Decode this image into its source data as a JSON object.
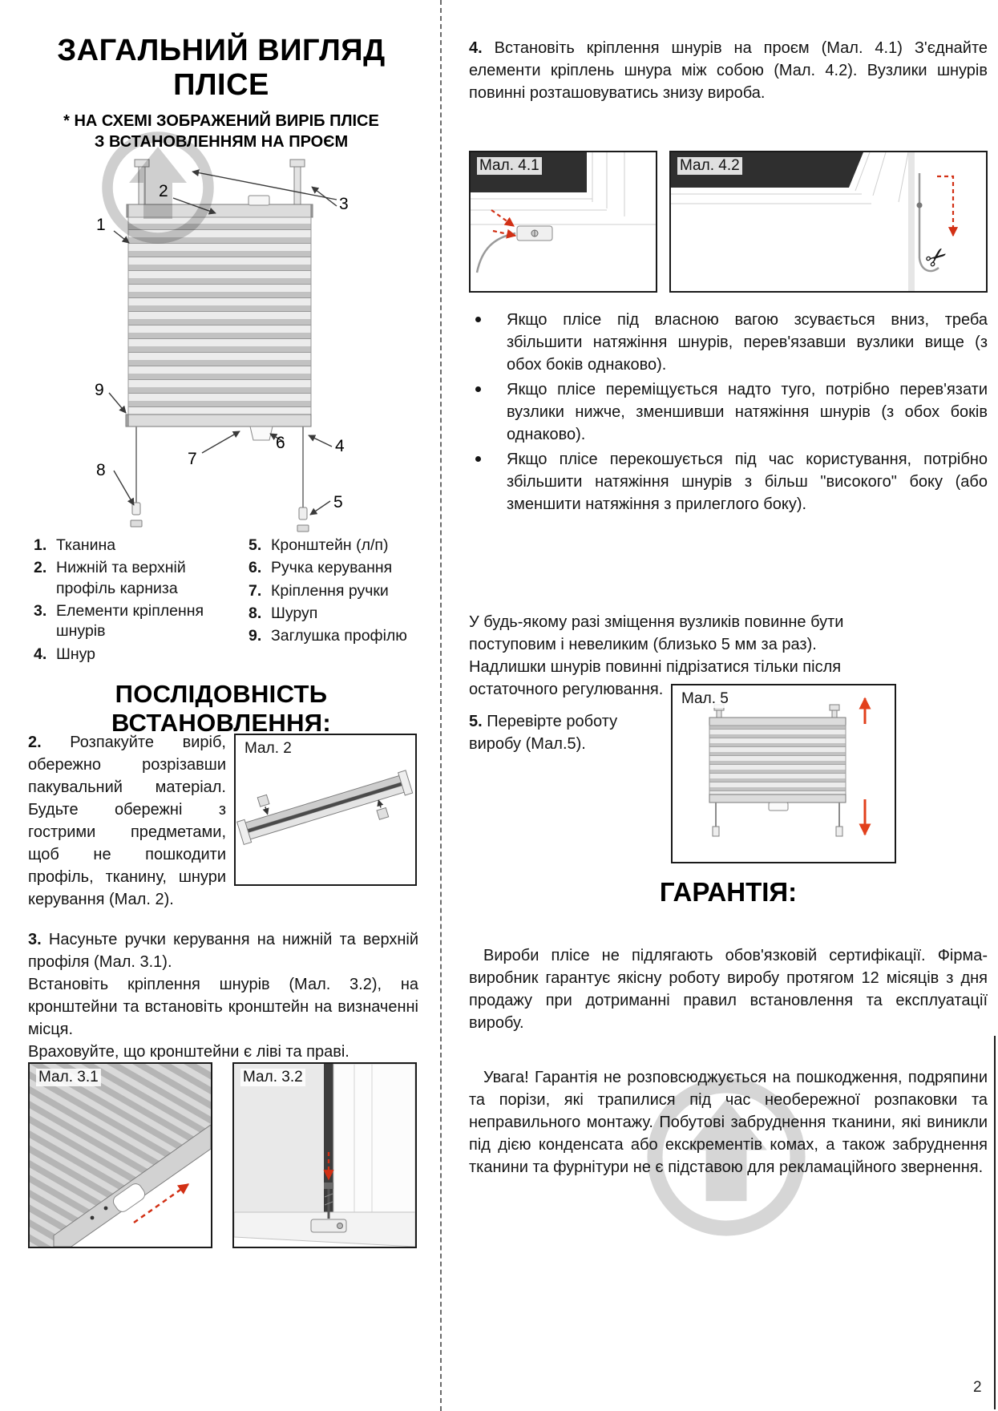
{
  "colors": {
    "accent_red": "#d23015",
    "arrow_red": "#e2401c",
    "watermark_gray": "#c7c7c7"
  },
  "icons": {
    "scissors": "✂"
  },
  "page": {
    "number": "2"
  },
  "left": {
    "title_line1": "ЗАГАЛЬНИЙ ВИГЛЯД",
    "title_line2": "ПЛІСЕ",
    "subtitle_line1": "* НА СХЕМІ ЗОБРАЖЕНИЙ ВИРІБ ПЛІСЕ",
    "subtitle_line2": "З ВСТАНОВЛЕННЯМ НА ПРОЄМ",
    "diagram_numbers": [
      "1",
      "2",
      "3",
      "4",
      "5",
      "6",
      "7",
      "8",
      "9"
    ],
    "legend_left": [
      {
        "num": "1.",
        "text": "Тканина"
      },
      {
        "num": "2.",
        "text": "Нижній та верхній профіль карниза"
      },
      {
        "num": "3.",
        "text": "Елементи кріплення шнурів"
      },
      {
        "num": "4.",
        "text": "Шнур"
      }
    ],
    "legend_right": [
      {
        "num": "5.",
        "text": "Кронштейн (л/п)"
      },
      {
        "num": "6.",
        "text": "Ручка керування"
      },
      {
        "num": "7.",
        "text": "Кріплення ручки"
      },
      {
        "num": "8.",
        "text": "Шуруп"
      },
      {
        "num": "9.",
        "text": "Заглушка профілю"
      }
    ],
    "sequence_title": "ПОСЛІДОВНІСТЬ ВСТАНОВЛЕННЯ:",
    "step2_num": "2.",
    "step2_text": " Розпакуйте виріб, обережно розрізавши пакувальний матеріал. Будьте обережні з гострими предметами, щоб не пошкодити профіль, тканину, шнури керування (Мал. 2).",
    "fig2_label": "Мал. 2",
    "step3_num": "3.",
    "step3_text1": " Насуньте ручки керування на нижній та верхній профіля (Мал. 3.1).",
    "step3_text2": "Встановіть кріплення шнурів (Мал. 3.2), на кронштейни та встановіть кронштейн на визначенні місця.",
    "step3_text3": "Враховуйте, що кронштейни є ліві та праві.",
    "fig31_label": "Мал. 3.1",
    "fig32_label": "Мал. 3.2"
  },
  "right": {
    "step4_num": "4.",
    "step4_text": " Встановіть кріплення шнурів на проєм (Мал. 4.1) З'єднайте елементи кріплень шнура між собою (Мал. 4.2). Вузлики шнурів повинні розташовуватись знизу вироба.",
    "fig41_label": "Мал. 4.1",
    "fig42_label": "Мал. 4.2",
    "bullets": [
      "Якщо плісе під власною вагою зсувається вниз, треба збільшити натяжіння шнурів, перев'язавши вузлики вище (з обох боків однаково).",
      "Якщо плісе переміщується надто туго, потрібно перев'язати вузлики нижче, зменшивши натяжіння шнурів (з обох боків однаково).",
      "Якщо плісе перекошується під час користування, потрібно збільшити натяжіння шнурів з більш \"високого\" боку (або зменшити натяжіння з прилеглого боку)."
    ],
    "note_para1": "У будь-якому разі зміщення вузликів повинне бути поступовим і невеликим (близько 5 мм за раз).",
    "note_para2": "Надлишки шнурів повинні підрізатися тільки після остаточного регулювання.",
    "step5_num": "5.",
    "step5_text": " Перевірте роботу виробу (Мал.5).",
    "fig5_label": "Мал. 5",
    "warranty_title": "ГАРАНТІЯ:",
    "warranty_para1": "Вироби плісе не підлягають обов'язковій сертифікації. Фірма-виробник гарантує якісну роботу виробу протягом 12 місяців з дня продажу при дотриманні правил встановлення та експлуатації виробу.",
    "warranty_para2": "Увага! Гарантія не розповсюджується на пошкодження, подряпини та порізи, які трапилися під час необережної розпаковки та неправильного монтажу. Побутові забруднення тканини, які виникли під дією конденсата або екскрементів комах, а також забруднення тканини та фурнітури не є підставою для рекламаційного звернення."
  }
}
